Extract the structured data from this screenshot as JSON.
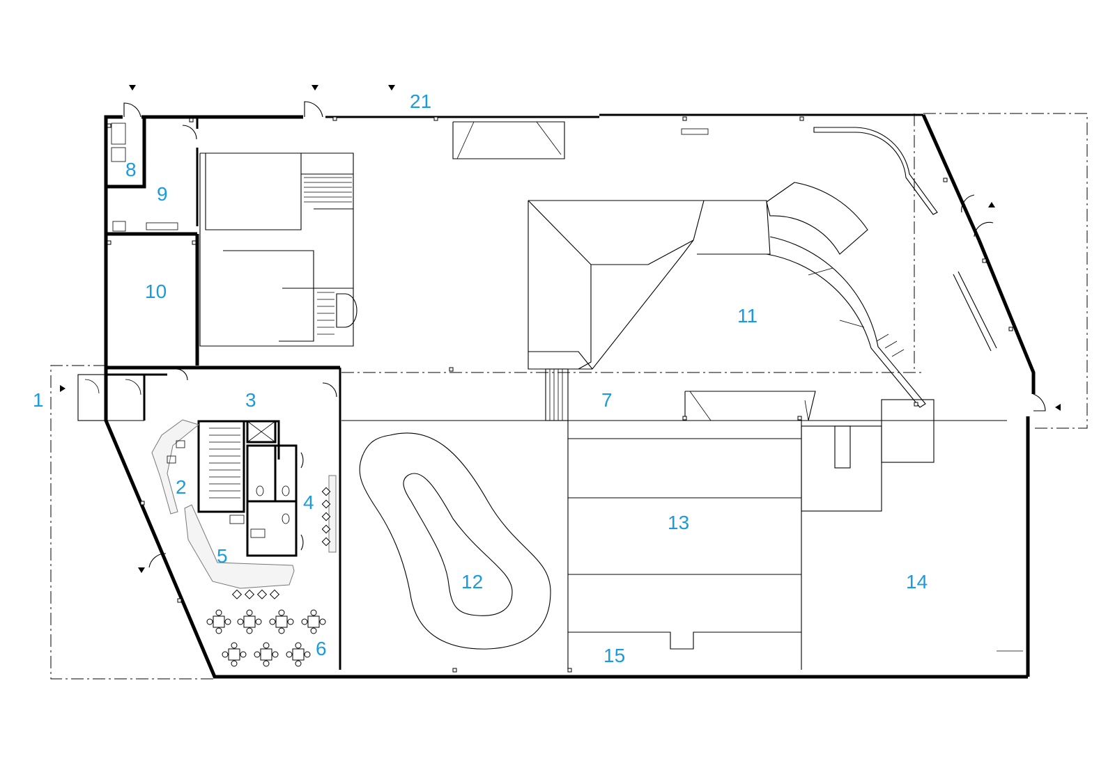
{
  "plan": {
    "rooms": [
      {
        "id": "r1",
        "label": "1"
      },
      {
        "id": "r2",
        "label": "2"
      },
      {
        "id": "r3",
        "label": "3"
      },
      {
        "id": "r4",
        "label": "4"
      },
      {
        "id": "r5",
        "label": "5"
      },
      {
        "id": "r6",
        "label": "6"
      },
      {
        "id": "r7",
        "label": "7"
      },
      {
        "id": "r8",
        "label": "8"
      },
      {
        "id": "r9",
        "label": "9"
      },
      {
        "id": "r10",
        "label": "10"
      },
      {
        "id": "r11",
        "label": "11"
      },
      {
        "id": "r12",
        "label": "12"
      },
      {
        "id": "r13",
        "label": "13"
      },
      {
        "id": "r14",
        "label": "14"
      },
      {
        "id": "r15",
        "label": "15"
      },
      {
        "id": "r21",
        "label": "21"
      }
    ],
    "colors": {
      "label": "#1a9be0",
      "lines": "#000000",
      "background": "#ffffff"
    },
    "icons": [
      "entrance-arrow-icon",
      "door-swing-icon",
      "table-with-chairs-icon",
      "stool-icon",
      "toilet-icon"
    ]
  }
}
